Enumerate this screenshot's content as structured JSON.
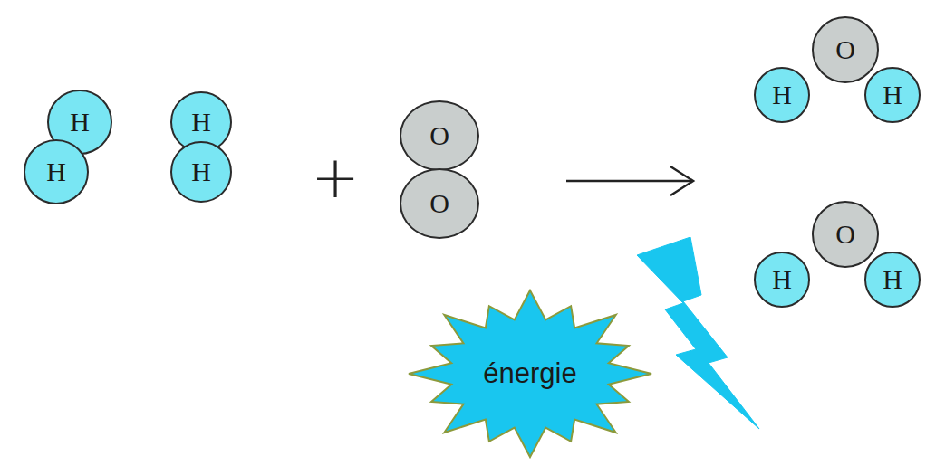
{
  "diagram": {
    "nodes": [
      {
        "text": [
          "H"
        ]
      },
      {
        "text": [
          "H"
        ]
      },
      {
        "text": [
          "H"
        ]
      },
      {
        "text": [
          "H"
        ]
      },
      {
        "text": [
          "O"
        ]
      },
      {
        "text": [
          "O"
        ]
      },
      {
        "text": [
          "O"
        ]
      },
      {
        "text": [
          "H"
        ]
      },
      {
        "text": [
          "H"
        ]
      },
      {
        "text": [
          "O"
        ]
      },
      {
        "text": [
          "H"
        ]
      },
      {
        "text": [
          "H"
        ]
      },
      {
        "text": [
          "énergie"
        ]
      }
    ],
    "labels": [
      "+"
    ]
  }
}
